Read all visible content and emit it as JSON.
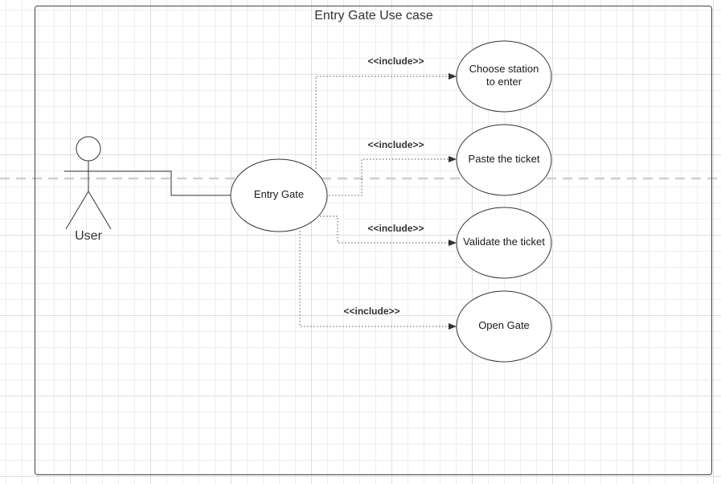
{
  "diagram": {
    "title": "Entry Gate Use case",
    "actor": {
      "name": "User"
    },
    "main_use_case": "Entry Gate",
    "use_cases": [
      {
        "label": "Choose station to enter",
        "relation": "<<include>>"
      },
      {
        "label": "Paste the ticket",
        "relation": "<<include>>"
      },
      {
        "label": "Validate the ticket",
        "relation": "<<include>>"
      },
      {
        "label": "Open Gate",
        "relation": "<<include>>"
      }
    ]
  }
}
